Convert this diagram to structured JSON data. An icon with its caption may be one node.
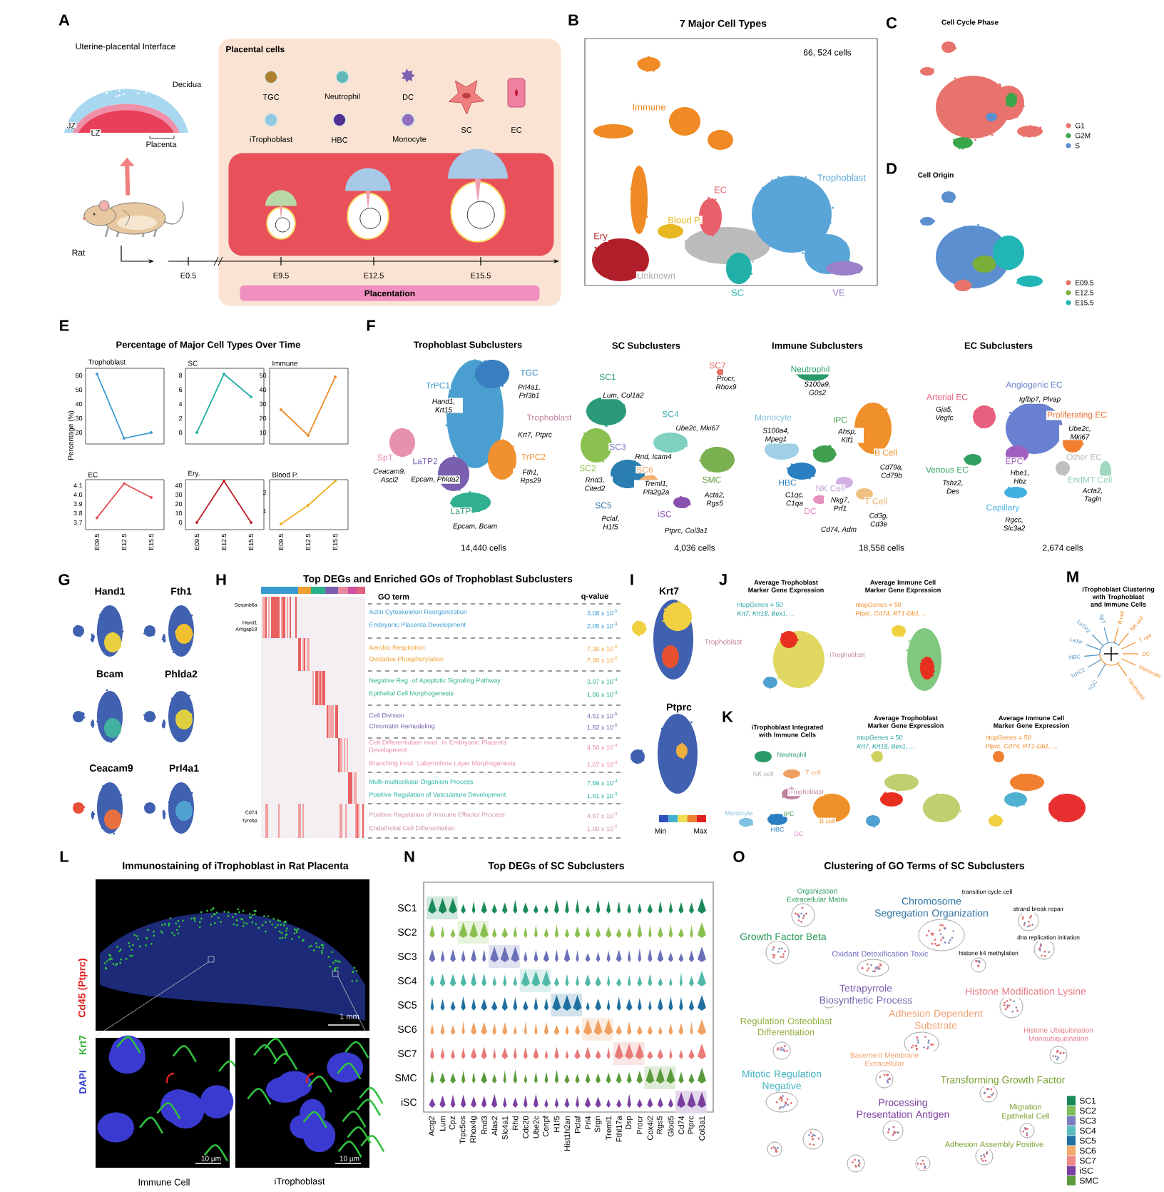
{
  "diagram": {
    "nodes": [
      {
        "text": [
          "Placental cells"
        ]
      },
      {
        "text": [],
        "shape": "box",
        "in": 0
      },
      {
        "text": [
          "Placentation"
        ],
        "in": 0
      },
      {
        "text": [
          "Uterine-placental Interface"
        ]
      },
      {
        "text": [],
        "shape": "picture",
        "beside": [
          "Rat"
        ]
      }
    ],
    "edges": [
      {
        "from": 4,
        "to": 3,
        "arrow": "to",
        "color": "#f08080"
      }
    ],
    "labels": [
      "A",
      "B",
      "C",
      "D",
      "E",
      "F",
      "G",
      "H",
      "I",
      "J",
      "M",
      "K",
      "L",
      "N",
      "O",
      "Decidua",
      "JZ",
      "LZ",
      "Placenta",
      "TGC",
      "Neutrophil",
      "DC",
      "SC",
      "EC",
      "iTrophoblast",
      "HBC",
      "Monocyte",
      "E0.5",
      "E9.5",
      "E12.5",
      "E15.5",
      "7 Major Cell Types",
      "66, 524 cells",
      "Immune",
      "Trophoblast",
      "EC",
      "Blood P.",
      "Ery",
      "Unknown",
      "SC",
      "VE",
      "Cell Cycle Phase",
      "Cell Origin",
      "Percentage of Major Cell Types Over Time",
      "Percentage (%)",
      "Trophoblast",
      "60",
      "50",
      "40",
      "30",
      "20",
      "SC",
      "8",
      "6",
      "4",
      "2",
      "0",
      "Immune",
      "50",
      "40",
      "30",
      "20",
      "10",
      "EC",
      "4.1",
      "4.0",
      "3.9",
      "3.8",
      "3.7",
      "Ery.",
      "40",
      "30",
      "20",
      "10",
      "0",
      "Blood P.",
      "2",
      "1",
      "E09.5",
      "E12.5",
      "E15.5",
      "E09.5",
      "E12.5",
      "E15.5",
      "E09.5",
      "E12.5",
      "E15.5",
      "Trophoblast Subclusters",
      "SC Subclusters",
      "Immune Subclusters",
      "EC Subclusters",
      "TrPC1",
      "Hand1, Krt15",
      "TGC",
      "Prl4a1, Prl3b1",
      "Trophoblast",
      "Krt7, Ptprc",
      "SpT",
      "Ceacam9, Ascl2",
      "LaTP2",
      "Epcam, Phlda2",
      "TrPC2",
      "Fth1, Rps29",
      "LaTP",
      "Epcam, Bcam",
      "14,440 cells",
      "SC1",
      "Lum, Col1a2",
      "SC7",
      "Procr, Rhox9",
      "SC4",
      "Ube2c, Mki67",
      "SC3",
      "Rnd, Icam4",
      "SC2",
      "Rnd3, Cited2",
      "SC6",
      "Treml1, Pla2g2a",
      "SMC",
      "Acta2, Rgs5",
      "SC5",
      "Pclaf, H1f5",
      "iSC",
      "Ptprc, Col3a1",
      "4,036 cells",
      "Neutrophil",
      "S100a9, G0s2",
      "Monocyte",
      "S100a4, Mpeg1",
      "IPC",
      "Ahsp, Klf1",
      "B Cell",
      "Cd79a, Cd79b",
      "HBC",
      "C1qc, C1qa",
      "NK Cell",
      "Nkg7, Prf1",
      "T Cell",
      "Cd3g, Cd3e",
      "DC",
      "Cd74, Adm",
      "18,558 cells",
      "Angiogenic EC",
      "Igfbp7, Plvap",
      "Arterial EC",
      "Gja5, Vegfc",
      "Proliferating EC",
      "Ube2c, Mki67",
      "Other EC",
      "Venous EC",
      "Tshz2, Des",
      "EPC",
      "Hbe1, Hbz",
      "EndMT Cell",
      "Acta2, Tagln",
      "Capillary",
      "Rgcc, Slc3a2",
      "2,674 cells",
      "Hand1",
      "Fth1",
      "Bcam",
      "Phlda2",
      "Ceacam9",
      "Prl4a1",
      "Top DEGs and Enriched GOs of Trophoblast Subclusters",
      "GO term",
      "q-value",
      "Actin Cytoskeleton Reorganization",
      "3.08 x 10$^{-5}$",
      "Embryonic Placenta Development",
      "2.05 x 10$^{-3}$",
      "Aerobic Respiration",
      "7.30 x 10$^{-5}$",
      "Oxidative Phosphorylation",
      "7.30 x 10$^{-5}$",
      "Negative Reg. of Apoptotic Signaling Pathway",
      "3.07 x 10$^{-4}$",
      "Epithelial Cell Morphogenesis",
      "1.86 x 10$^{-3}$",
      "Cell Division",
      "4.51 x 10$^{-5}$",
      "Chromatin Remodeling",
      "1.82 x 10$^{-5}$",
      "Cell Differentiation invol. in Embryonic Placenta Development",
      "4.56 x 10$^{-4}$",
      "Branching invol. Labyrinthine Layer Morphogenesis",
      "1.07 x 10$^{-3}$",
      "Multi-multicellular Organism Process",
      "7.69 x 10$^{-4}$",
      "Positive Regulation of Vasculature Development",
      "1.81 x 10$^{-3}$",
      "Positive Regulation of Immune Effector Process",
      "4.87 x 10$^{-3}$",
      "Endothelial Cell Differentiation",
      "1.00 x 10$^{-2}$",
      "Serpinb6a",
      "Hand1",
      "Arhgap18",
      "Cd74",
      "Tyrobp",
      "Krt7",
      "Trophoblast",
      "Ptprc",
      "Min",
      "Max",
      "Average Trophoblast Marker Gene Expression",
      "ntopGenes = 50",
      "Krt7, Krt18, Bex1, ...",
      "Average Immune Cell Marker Gene Expression",
      "ntopGenes = 50",
      "Ptprc, Cd74, RT1-Db1, ...",
      "iTrophoblast",
      "iTrophoblast Clustering with Trophoblast and Immune Cells",
      "SpT",
      "LaTP2",
      "LaTP",
      "HBC",
      "TrPC2",
      "TGC",
      "B cell",
      "NK cell",
      "T cell",
      "DC",
      "Monocyte",
      "Neutrophil",
      "iTrophoblast Integrated with Immune Cells",
      "Neutrophil",
      "NK cell",
      "T cell",
      "iTrophoblast",
      "Monocyte",
      "IPC",
      "HBC",
      "B cell",
      "DC",
      "Average Trophoblast Marker Gene Expression",
      "ntopGenes = 50",
      "Krt7, Krt18, Bex1, ...",
      "Average Immune Cell Marker Gene Expression",
      "ntopGenes = 50",
      "Ptprc, Cd74, RT1-Db1, ...",
      "Immunostaining of iTrophoblast in Rat Placenta",
      "DAPI",
      "Krt7",
      "Cd45 (Ptprc)",
      "1 mm",
      "10 µm",
      "10 µm",
      "Immune Cell",
      "iTrophoblast",
      "Top DEGs of SC Subclusters",
      "SC1",
      "SC2",
      "SC3",
      "SC4",
      "SC5",
      "SC6",
      "SC7",
      "SMC",
      "iSC",
      "Actg2",
      "Lum",
      "Cpz",
      "Trpc5os",
      "Rhox4g",
      "Rnd3",
      "Alas2",
      "Slc4a1",
      "Rhd",
      "Cdc20",
      "Ube2c",
      "Cenpf",
      "H1f5",
      "Hist1h2an",
      "Pclaf",
      "Prl4",
      "Srgn",
      "Treml1",
      "Fthl17a",
      "Dsp",
      "Procr",
      "Cox4i2",
      "Rgs5",
      "Glod5",
      "Cd74",
      "Ptprc",
      "Col3a1",
      "Clustering of GO Terms of SC Subclusters",
      "Organization Extracellular Matrix",
      "Chromosome Segregation Organization",
      "transition cycle cell",
      "strand break repair",
      "dna replication initiation",
      "histone k4 methylation",
      "Growth Factor Beta",
      "Oxidant Detoxification Toxic",
      "Tetrapyrrole Biosynthetic Process",
      "Histone Modification Lysine",
      "Regulation Osteoblast Differentiation",
      "Adhesion Dependent Substrate",
      "Histone Ubiquitination Monoubiquitination",
      "Basement Membrane Extracellular",
      "Mitotic Regulation Negative",
      "Transforming Growth Factor",
      "Processing Presentation Antigen",
      "Migration Epithelial Cell",
      "Adhesion Assembly Positive"
    ],
    "legend": [
      {
        "text": "G1",
        "color": "#e8736c"
      },
      {
        "text": "G2M",
        "color": "#3aa64a"
      },
      {
        "text": "S",
        "color": "#5b8fd0"
      },
      {
        "text": "E09.5",
        "color": "#e8736c"
      },
      {
        "text": "E12.5",
        "color": "#7cae3a"
      },
      {
        "text": "E15.5",
        "color": "#22b5b5"
      },
      {
        "text": "SC1",
        "color": "#1a8a5a"
      },
      {
        "text": "SC2",
        "color": "#7cbf5a"
      },
      {
        "text": "SC3",
        "color": "#7a7ec0"
      },
      {
        "text": "SC4",
        "color": "#5bbcc0"
      },
      {
        "text": "SC5",
        "color": "#1f6fa0"
      },
      {
        "text": "SC6",
        "color": "#f4a86a"
      },
      {
        "text": "SC7",
        "color": "#ee8a85"
      },
      {
        "text": "iSC",
        "color": "#7a3fa0"
      },
      {
        "text": "SMC",
        "color": "#5a9a3a"
      }
    ]
  }
}
